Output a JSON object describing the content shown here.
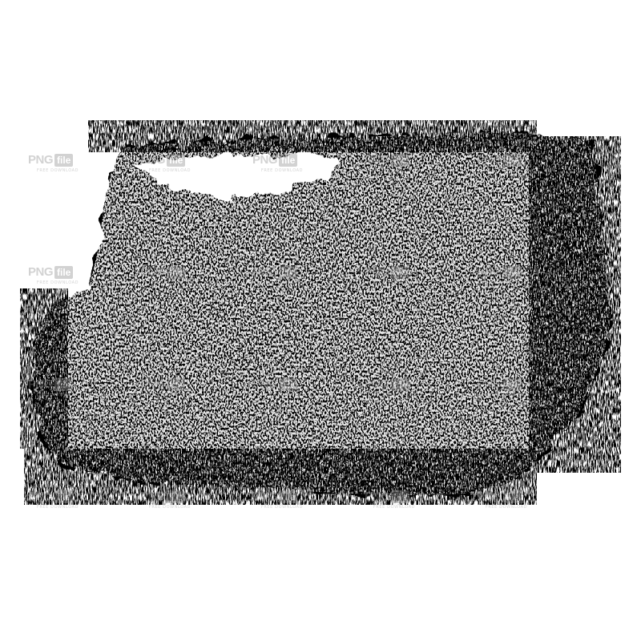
{
  "image": {
    "background_color": "#ffffff",
    "paint_color": "#000000",
    "subject": "black grunge brush stroke",
    "watermark": {
      "brand_main": "PNG",
      "brand_tag": "file",
      "tagline": "FREE DOWNLOAD",
      "color": "#8a8a8a"
    }
  }
}
